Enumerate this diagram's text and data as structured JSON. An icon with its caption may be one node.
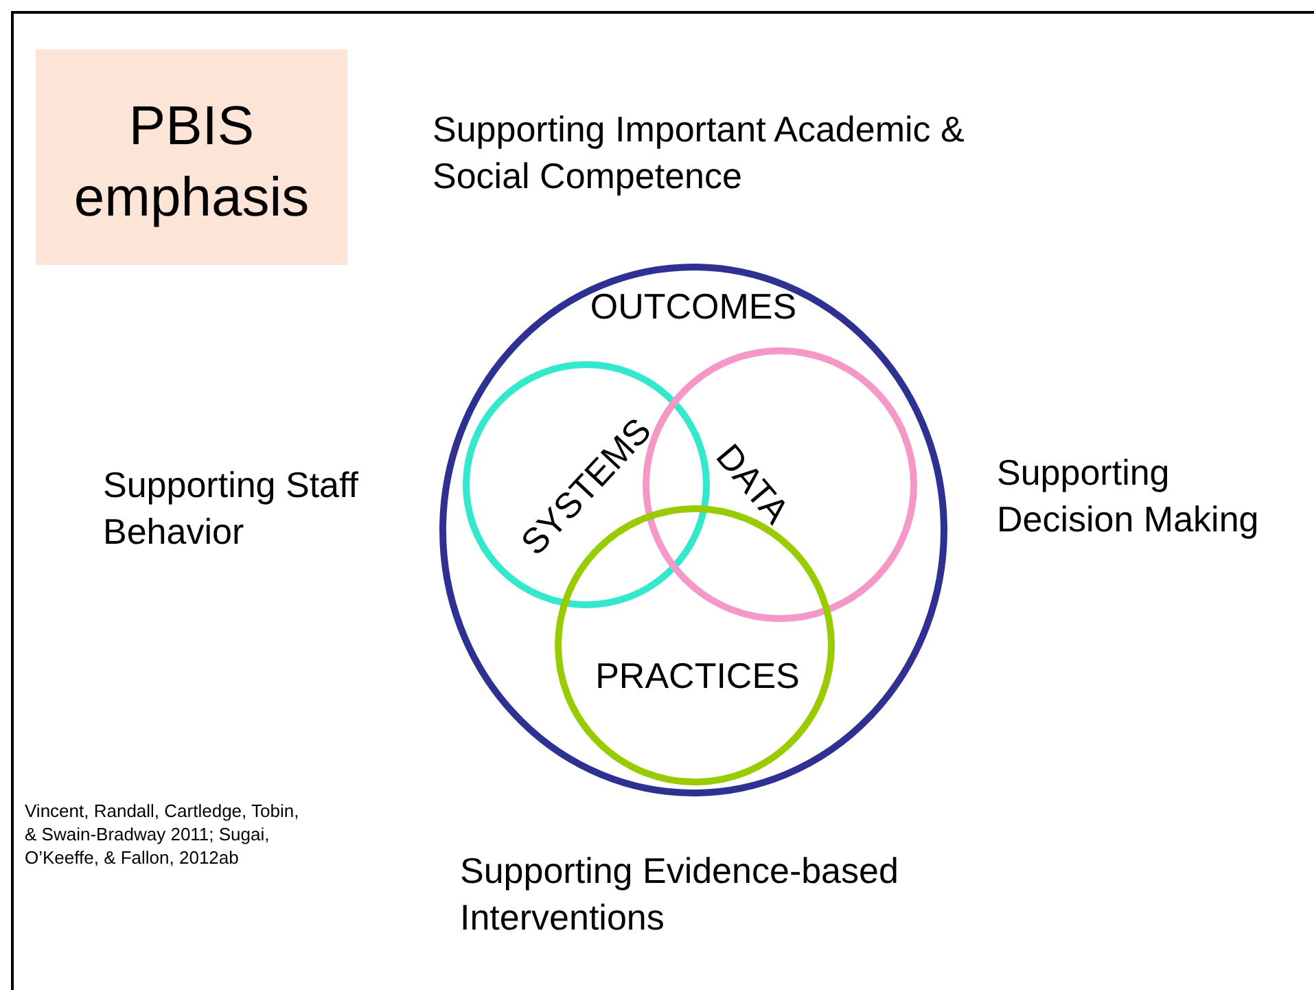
{
  "diagram": {
    "nodes": [
      {
        "text": [
          "PBIS emphasis"
        ]
      },
      {
        "text": [
          "OUTCOMES"
        ]
      },
      {
        "text": [
          "SYSTEMS"
        ],
        "in": 1
      },
      {
        "text": [
          "DATA"
        ],
        "in": 1
      },
      {
        "text": [
          "PRACTICES"
        ],
        "in": 1
      }
    ],
    "labels": [
      "Supporting Important Academic & Social Competence",
      "Supporting Staff Behavior",
      "Supporting Decision Making",
      "Vincent, Randall, Cartledge, Tobin, & Swain-Bradway 2011; Sugai, O’Keeffe, & Fallon, 2012ab",
      "Supporting Evidence-based Interventions"
    ]
  }
}
